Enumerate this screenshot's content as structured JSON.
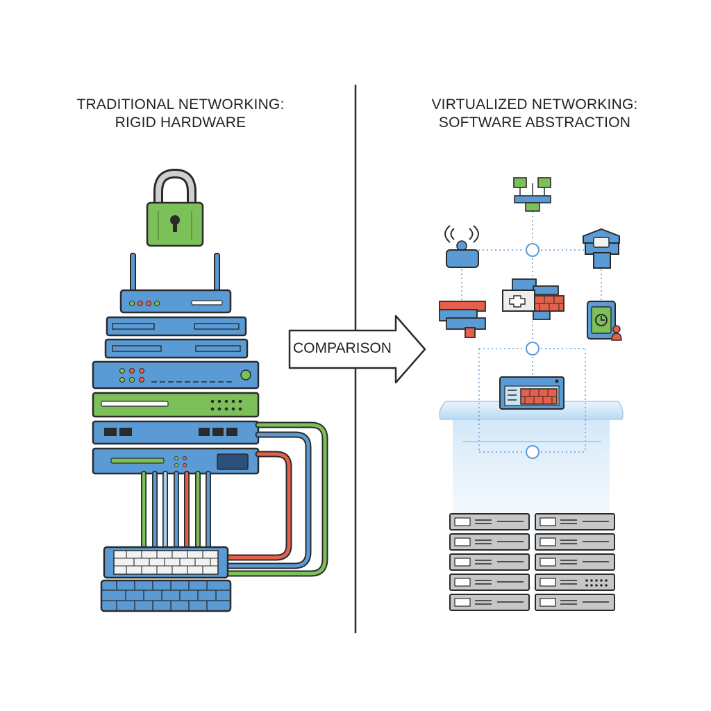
{
  "left_panel": {
    "title_line1": "TRADITIONAL NETWORKING:",
    "title_line2": "RIGID HARDWARE",
    "icons": [
      "padlock-icon",
      "router-icon",
      "switch-icon",
      "firewall-icon"
    ]
  },
  "right_panel": {
    "title_line1": "VIRTUALIZED NETWORKING:",
    "title_line2": "SOFTWARE ABSTRACTION",
    "icons": [
      "network-topology-icon",
      "wireless-icon",
      "security-shield-icon",
      "virtual-switch-icon",
      "virtual-firewall-icon",
      "mobile-device-icon",
      "server-icon"
    ]
  },
  "arrow": {
    "label": "COMPARISON"
  },
  "colors": {
    "outline": "#2a2a2a",
    "blue": "#5b9bd5",
    "blue_light": "#a9cdef",
    "green": "#7cc05a",
    "red": "#e5604b",
    "gray": "#c7c7c7",
    "glow": "#d9ecfa"
  }
}
